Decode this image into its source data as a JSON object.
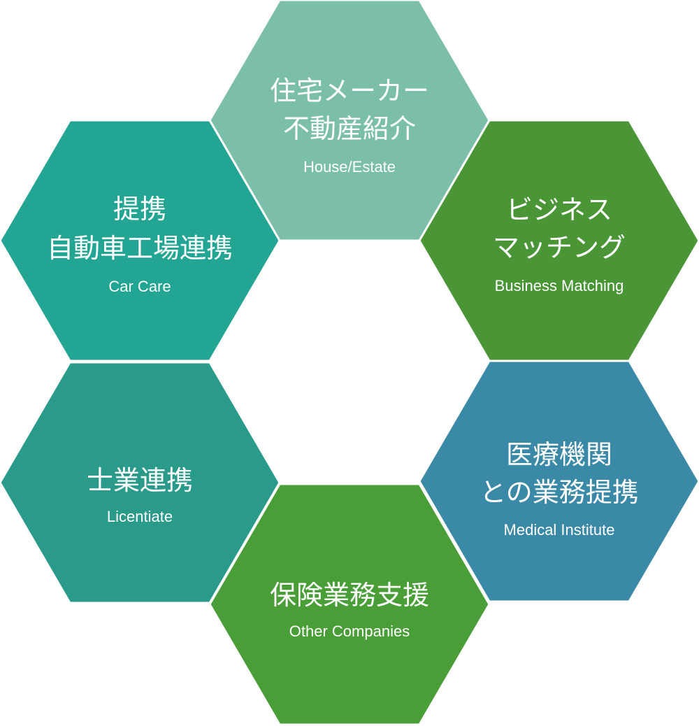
{
  "hexagons": [
    {
      "id": "house-estate",
      "color": "#7bbfab",
      "title_lines": [
        "住宅メーカー",
        "不動産紹介"
      ],
      "subtitle": "House/Estate"
    },
    {
      "id": "business-matching",
      "color": "#4a9637",
      "title_lines": [
        "ビジネス",
        "マッチング"
      ],
      "subtitle": "Business Matching"
    },
    {
      "id": "medical-institute",
      "color": "#3a89a7",
      "title_lines": [
        "医療機関",
        "との業務提携"
      ],
      "subtitle": "Medical Institute"
    },
    {
      "id": "other-companies",
      "color": "#4a9e37",
      "title_lines": [
        "保険業務支援"
      ],
      "subtitle": "Other Companies"
    },
    {
      "id": "licentiate",
      "color": "#2a9a8b",
      "title_lines": [
        "士業連携"
      ],
      "subtitle": "Licentiate"
    },
    {
      "id": "car-care",
      "color": "#22a593",
      "title_lines": [
        "提携",
        "自動車工場連携"
      ],
      "subtitle": "Car Care"
    }
  ]
}
